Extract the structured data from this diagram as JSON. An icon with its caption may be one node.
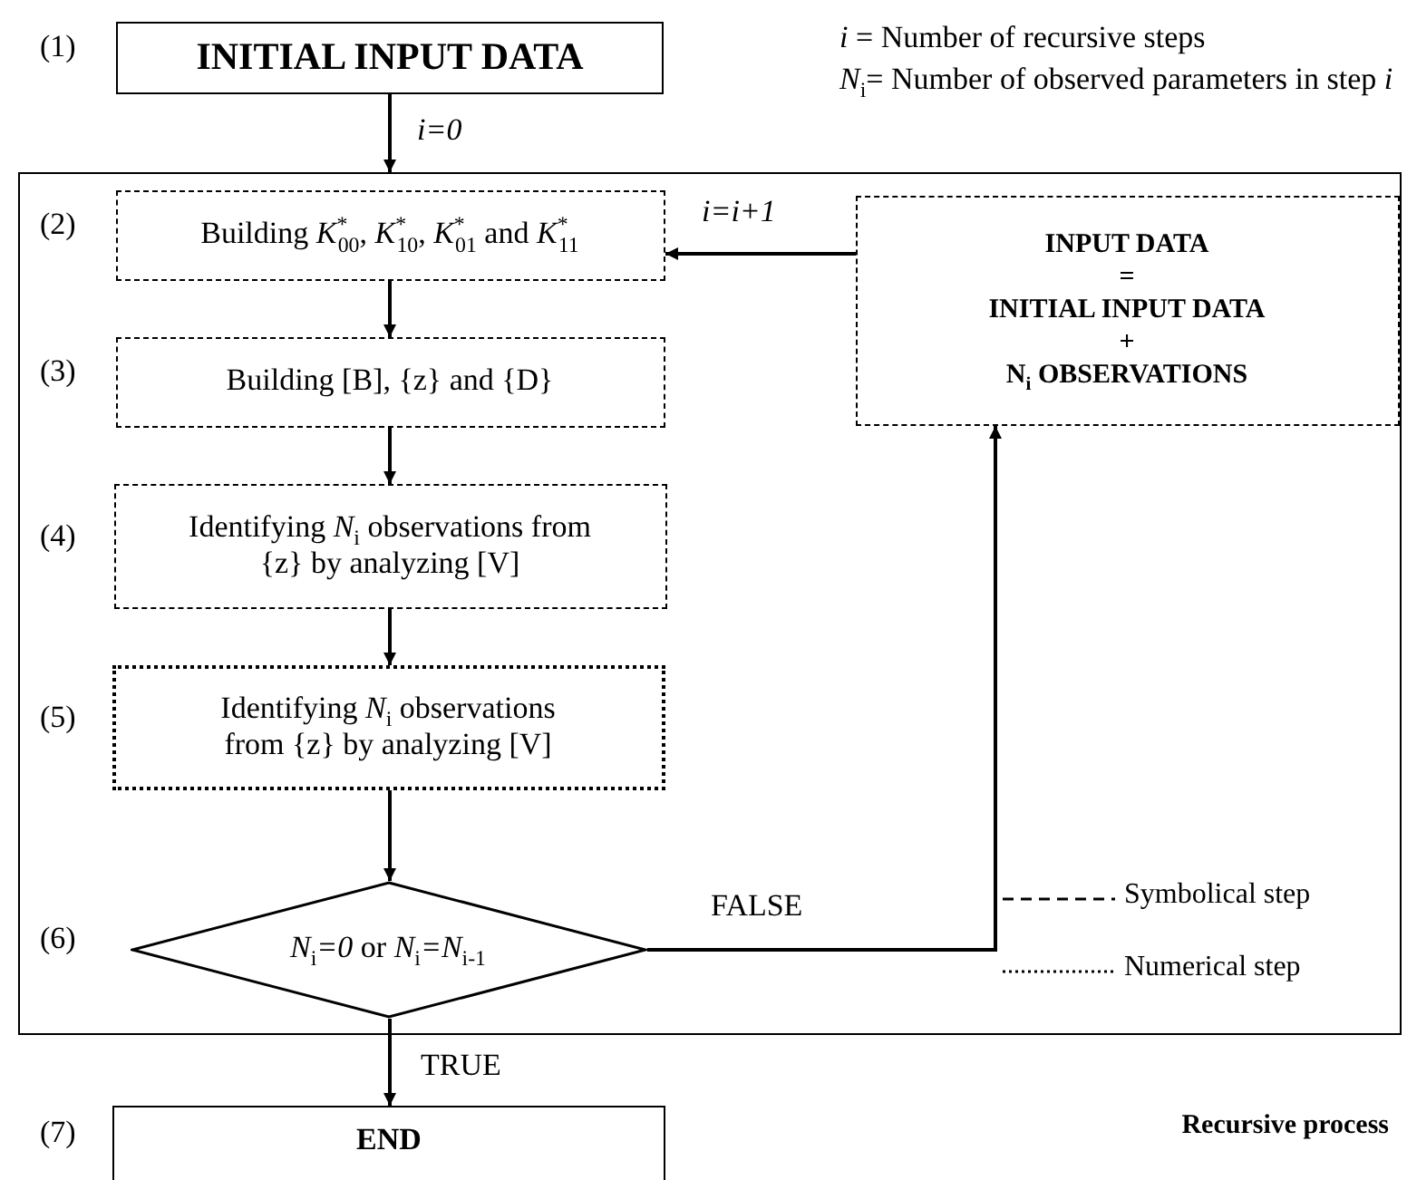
{
  "diagram": {
    "nodes": [
      {
        "text": [
          "INITIAL INPUT DATA"
        ],
        "beside": [
          "(1)"
        ]
      },
      {
        "text": [
          "Recursive process"
        ]
      },
      {
        "text": [
          "Building *K*$^{*}$$_{00}$, *K*$^{*}$$_{10}$, *K*$^{*}$$_{01}$ and *K*$^{*}$$_{11}$"
        ],
        "beside": [
          "(2)"
        ],
        "in": 1
      },
      {
        "text": [
          "Building [B], {z} and {D}"
        ],
        "beside": [
          "(3)"
        ],
        "in": 1
      },
      {
        "text": [
          "Identifying *N*$_{i}$ observations from {z} by analyzing [V]"
        ],
        "beside": [
          "(4)"
        ],
        "in": 1
      },
      {
        "text": [
          "Identifying *N*$_{i}$ observations from {z} by analyzing [V]"
        ],
        "beside": [
          "(5)"
        ],
        "in": 1
      },
      {
        "text": [
          "*N*$_{i}$*=0* or *N*$_{i}$*=N*$_{i-1}$"
        ],
        "beside": [
          "(6)"
        ],
        "in": 1
      },
      {
        "text": [
          "INPUT DATA",
          "=",
          "INITIAL INPUT DATA",
          "+",
          "N$_{i}$ OBSERVATIONS"
        ],
        "in": 1
      },
      {
        "text": [
          "END"
        ],
        "beside": [
          "(7)"
        ]
      }
    ],
    "edges": [
      {
        "from": 0,
        "to": 1,
        "arrow": "to",
        "label": "*i=0*"
      },
      {
        "from": 2,
        "to": 3,
        "arrow": "to"
      },
      {
        "from": 3,
        "to": 4,
        "arrow": "to"
      },
      {
        "from": 4,
        "to": 5,
        "arrow": "to"
      },
      {
        "from": 5,
        "to": 6,
        "arrow": "to"
      },
      {
        "from": 6,
        "to": 7,
        "arrow": "to",
        "label": "FALSE"
      },
      {
        "from": 7,
        "to": 2,
        "arrow": "to",
        "label": "*i=i+1*"
      },
      {
        "from": 6,
        "to": 8,
        "arrow": "to",
        "label": "TRUE"
      }
    ],
    "labels": [
      "*i* = Number of recursive steps",
      "*N*$_{i}$= Number of observed parameters in step *i*"
    ],
    "legend": [
      {
        "text": "Symbolical step"
      },
      {
        "text": "Numerical step"
      }
    ]
  }
}
